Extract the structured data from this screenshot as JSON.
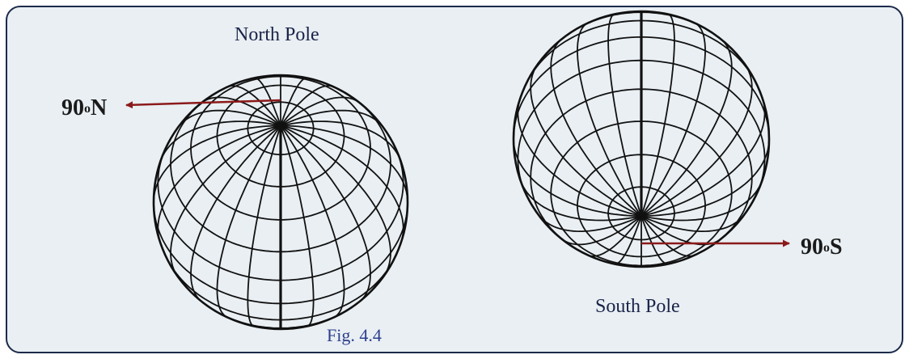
{
  "north": {
    "title": "North Pole",
    "degree_value": "90",
    "degree_sup": "o",
    "degree_dir": "N"
  },
  "south": {
    "title": "South Pole",
    "degree_value": "90",
    "degree_sup": "o",
    "degree_dir": "S"
  },
  "caption": "Fig. 4.4",
  "colors": {
    "background": "#e9eff3",
    "border": "#1c2a4a",
    "grid": "#111111",
    "arrow": "#8b1a1a"
  }
}
